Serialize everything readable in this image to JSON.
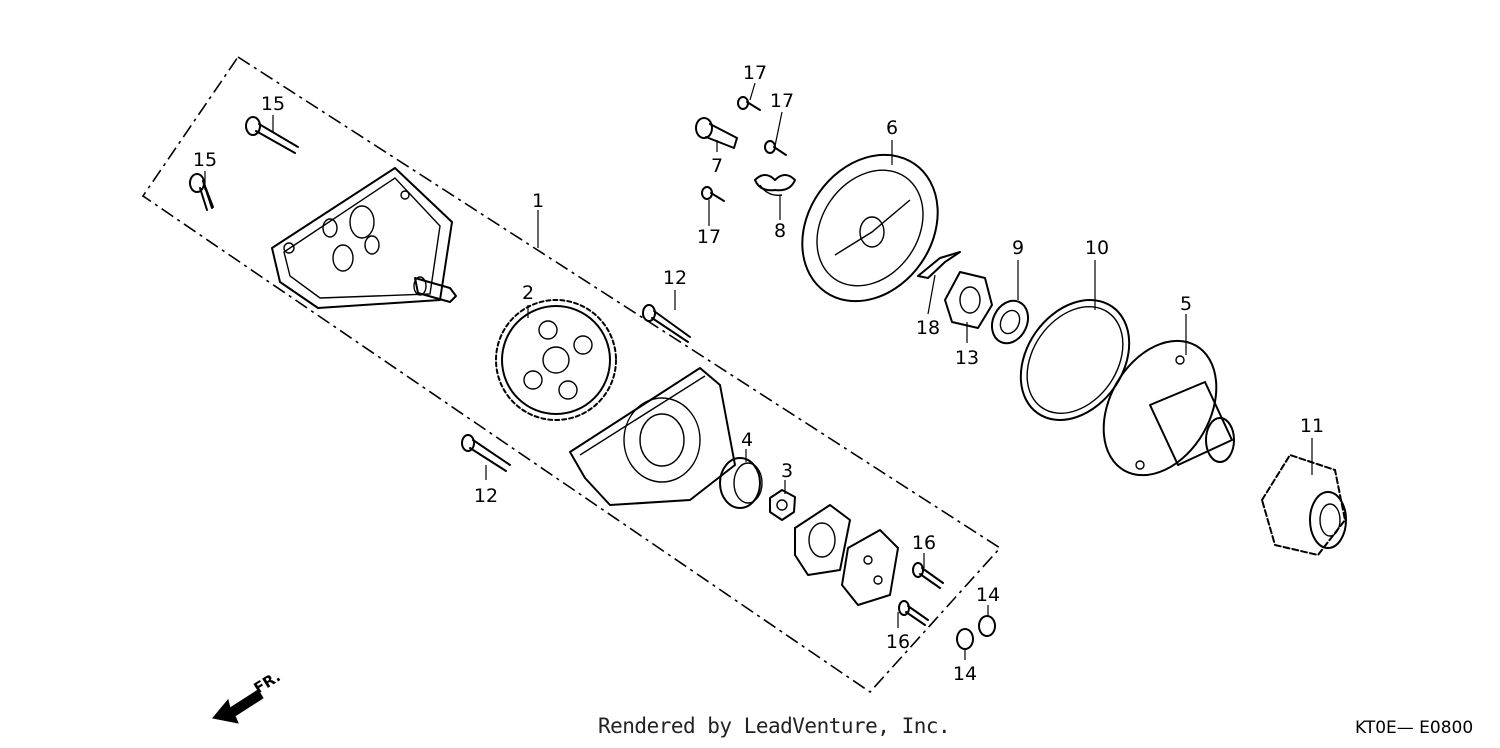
{
  "callouts": {
    "c1": "1",
    "c2": "2",
    "c3": "3",
    "c4": "4",
    "c5": "5",
    "c6": "6",
    "c7": "7",
    "c8": "8",
    "c9": "9",
    "c10": "10",
    "c11": "11",
    "c12a": "12",
    "c12b": "12",
    "c13": "13",
    "c14a": "14",
    "c14b": "14",
    "c15a": "15",
    "c15b": "15",
    "c16a": "16",
    "c16b": "16",
    "c17a": "17",
    "c17b": "17",
    "c17c": "17",
    "c18": "18"
  },
  "direction_label": "FR.",
  "footer": {
    "credit": "Rendered by LeadVenture, Inc.",
    "diagram_code": "KT0E— E0800"
  }
}
